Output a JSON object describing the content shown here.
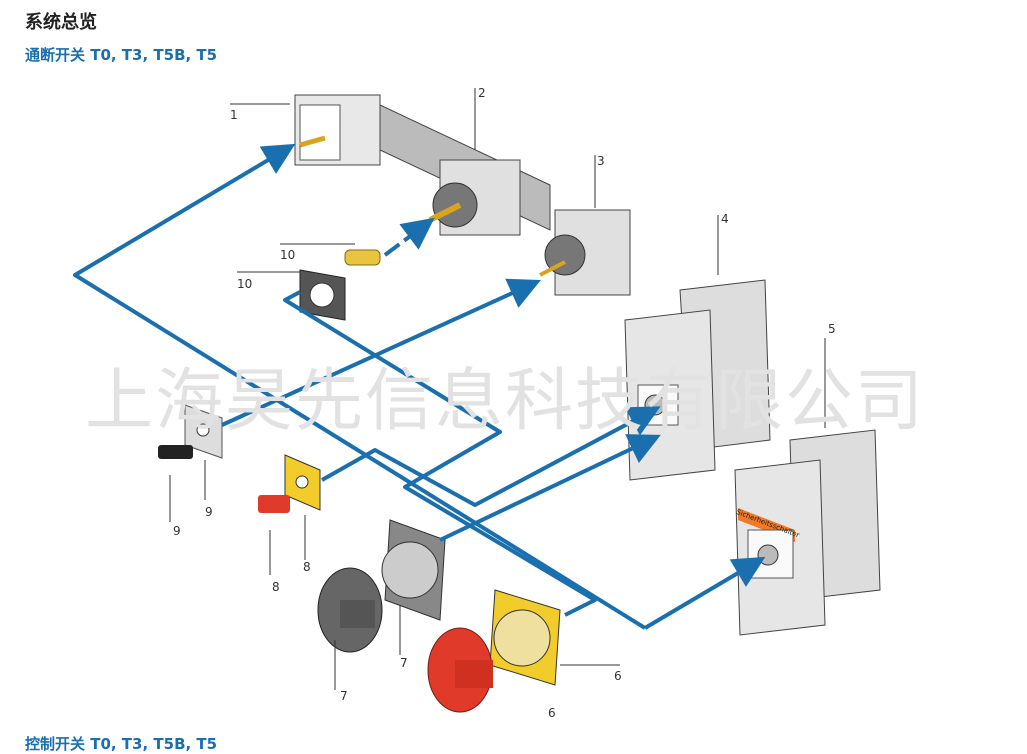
{
  "title": "系统总览",
  "section_top": "通断开关 T0, T3, T5B, T5",
  "section_bottom": "控制开关 T0, T3, T5B, T5",
  "watermark": "上海昊先信息科技有限公司",
  "enclosure_label": "Sicherheitsschalter",
  "callouts": [
    "1",
    "2",
    "3",
    "4",
    "5",
    "6",
    "6",
    "7",
    "7",
    "8",
    "8",
    "9",
    "9",
    "10",
    "10"
  ],
  "colors": {
    "arrow": "#1a6faf",
    "label_orange": "#f07a2a",
    "knob_red": "#e03a2a",
    "plate_yellow": "#f2cc2a"
  }
}
